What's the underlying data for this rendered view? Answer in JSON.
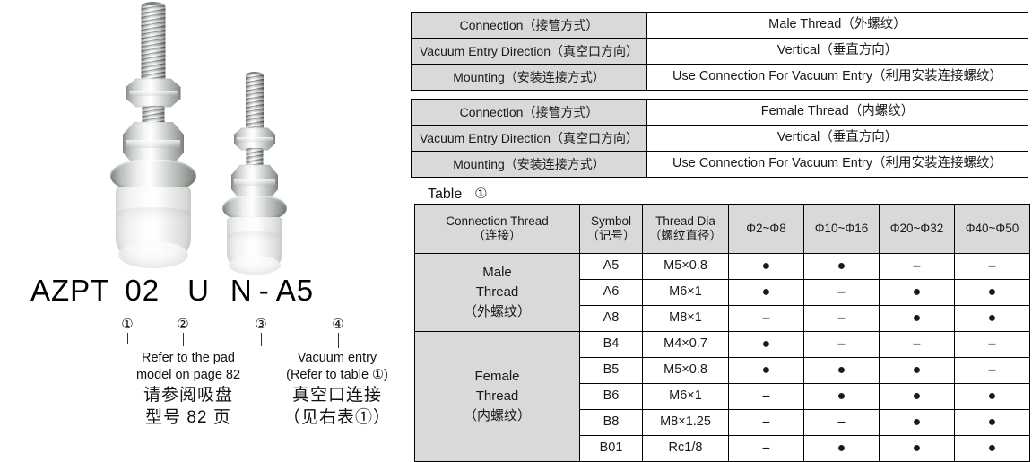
{
  "product_image": {
    "alt": "two vacuum suction cup assemblies with threaded stems and bellows pads"
  },
  "part_number": {
    "segments": [
      "AZPT",
      "02",
      "U",
      "N",
      "-",
      "A5"
    ],
    "callouts": [
      "①",
      "②",
      "③",
      "④"
    ],
    "notes": [
      {
        "id": "note-2",
        "en_line1": "Refer to the pad",
        "en_line2": "model on page 82",
        "cn_line1": "请参阅吸盘",
        "cn_line2": "型号 82 页"
      },
      {
        "id": "note-4",
        "en_line1": "Vacuum entry",
        "en_line2": "(Refer to table ①)",
        "cn_line1": "真空口连接",
        "cn_line2": "（见右表①）"
      }
    ]
  },
  "spec_tables": [
    {
      "name": "male-thread-spec",
      "rows": [
        {
          "label": "Connection（接管方式）",
          "value": "Male Thread（外螺纹）"
        },
        {
          "label": "Vacuum Entry Direction（真空口方向）",
          "value": "Vertical（垂直方向）"
        },
        {
          "label": "Mounting（安装连接方式）",
          "value": "Use Connection For Vacuum Entry（利用安装连接螺纹）"
        }
      ]
    },
    {
      "name": "female-thread-spec",
      "rows": [
        {
          "label": "Connection（接管方式）",
          "value": "Female Thread（内螺纹）"
        },
        {
          "label": "Vacuum Entry Direction（真空口方向）",
          "value": "Vertical（垂直方向）"
        },
        {
          "label": "Mounting（安装连接方式）",
          "value": "Use Connection For Vacuum Entry（利用安装连接螺纹）"
        }
      ]
    }
  ],
  "main_table": {
    "caption_label": "Table",
    "caption_number": "①",
    "headers": {
      "connection_thread_en": "Connection Thread",
      "connection_thread_cn": "（连接）",
      "symbol_en": "Symbol",
      "symbol_cn": "（记号）",
      "thread_dia_en": "Thread Dia",
      "thread_dia_cn": "（螺纹直径）",
      "diameters": [
        "Φ2~Φ8",
        "Φ10~Φ16",
        "Φ20~Φ32",
        "Φ40~Φ50"
      ]
    },
    "groups": [
      {
        "label_en1": "Male",
        "label_en2": "Thread",
        "label_cn": "（外螺纹）",
        "rows": [
          {
            "symbol": "A5",
            "thread": "M5×0.8",
            "marks": [
              "●",
              "●",
              "–",
              "–"
            ]
          },
          {
            "symbol": "A6",
            "thread": "M6×1",
            "marks": [
              "●",
              "–",
              "●",
              "●"
            ]
          },
          {
            "symbol": "A8",
            "thread": "M8×1",
            "marks": [
              "–",
              "–",
              "●",
              "●"
            ]
          }
        ]
      },
      {
        "label_en1": "Female",
        "label_en2": "Thread",
        "label_cn": "（内螺纹）",
        "rows": [
          {
            "symbol": "B4",
            "thread": "M4×0.7",
            "marks": [
              "●",
              "–",
              "–",
              "–"
            ]
          },
          {
            "symbol": "B5",
            "thread": "M5×0.8",
            "marks": [
              "●",
              "●",
              "●",
              "–"
            ]
          },
          {
            "symbol": "B6",
            "thread": "M6×1",
            "marks": [
              "–",
              "●",
              "●",
              "●"
            ]
          },
          {
            "symbol": "B8",
            "thread": "M8×1.25",
            "marks": [
              "–",
              "–",
              "●",
              "●"
            ]
          },
          {
            "symbol": "B01",
            "thread": "Rc1/8",
            "marks": [
              "–",
              "●",
              "●",
              "●"
            ]
          }
        ]
      }
    ]
  },
  "colors": {
    "header_fill": "#d9d9d9",
    "border": "#000000",
    "text": "#1a1a1a"
  }
}
